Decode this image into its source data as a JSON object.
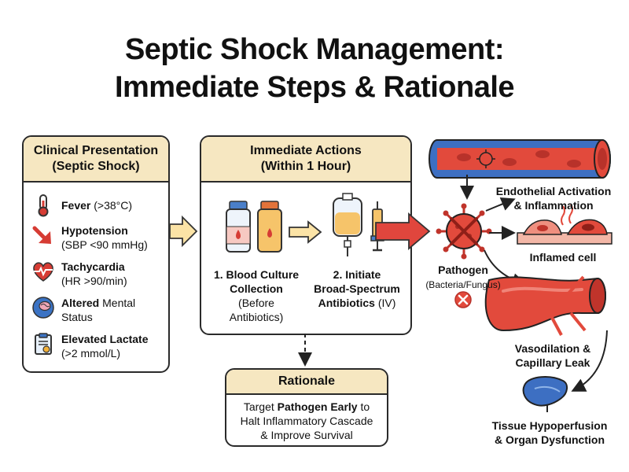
{
  "title": {
    "line1": "Septic Shock Management:",
    "line2": "Immediate Steps & Rationale"
  },
  "clinical": {
    "heading1": "Clinical Presentation",
    "heading2": "(Septic Shock)",
    "items": [
      {
        "bold": "Fever",
        "rest": " (>38°C)",
        "sub": "",
        "icon": "thermometer-icon"
      },
      {
        "bold": "Hypotension",
        "rest": "",
        "sub": "(SBP <90 mmHg)",
        "icon": "down-arrow-icon"
      },
      {
        "bold": "Tachycardia",
        "rest": "",
        "sub": "(HR >90/min)",
        "icon": "heart-icon"
      },
      {
        "bold": "Altered",
        "rest": " Mental",
        "sub": "Status",
        "icon": "brain-icon"
      },
      {
        "bold": "Elevated Lactate",
        "rest": "",
        "sub": "(>2 mmol/L)",
        "icon": "clipboard-icon"
      }
    ]
  },
  "actions": {
    "heading1": "Immediate Actions",
    "heading2": "(Within 1 Hour)",
    "step1_line1": "1. Blood Culture",
    "step1_line2": "Collection",
    "step1_line3": "(Before",
    "step1_line4": "Antibiotics)",
    "step2_line1": "2. Initiate",
    "step2_line2": "Broad-Spectrum",
    "step2_bold3": "Antibiotics",
    "step2_rest3": " (IV)"
  },
  "rationale": {
    "heading": "Rationale",
    "pre": "Target ",
    "bold": "Pathogen Early",
    "post": " to",
    "line2": "Halt Inflammatory Cascade",
    "line3": "& Improve Survival"
  },
  "pathway": {
    "endothelial1": "Endothelial Activation",
    "endothelial2": "& Inflammation",
    "inflamed": "Inflamed cell",
    "pathogen": "Pathogen",
    "pathogen_sub": "(Bacteria/Fungus)",
    "vaso1": "Vasodilation &",
    "vaso2": "Capillary Leak",
    "tissue1": "Tissue Hypoperfusion",
    "tissue2": "& Organ Dysfunction"
  },
  "colors": {
    "accent_red": "#d63c34",
    "header_fill": "#f6e7c1",
    "arrow_fill": "#fbe3a6"
  }
}
